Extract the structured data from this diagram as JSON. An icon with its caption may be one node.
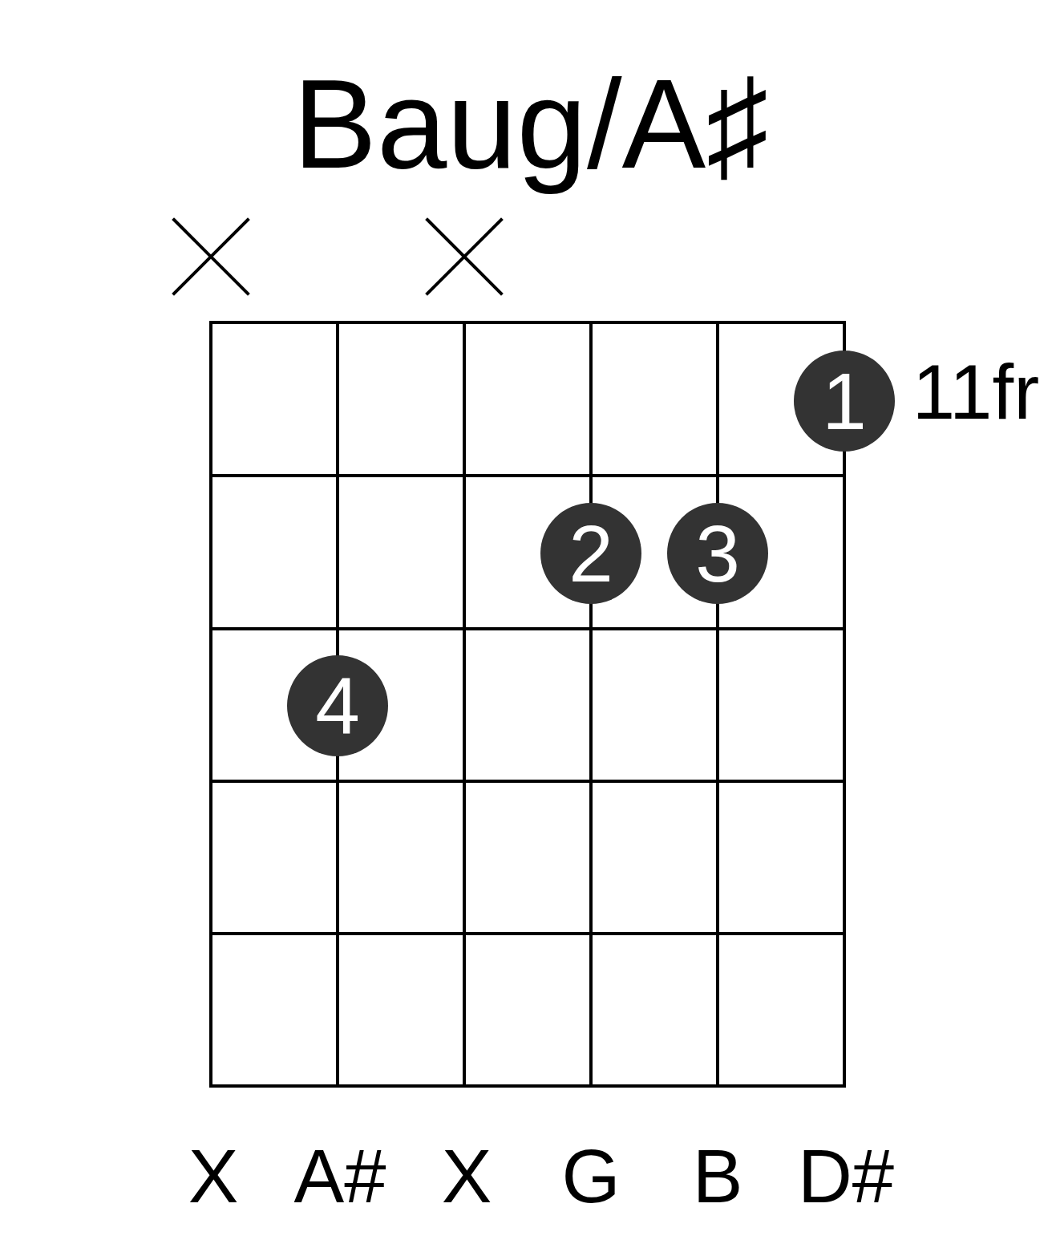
{
  "diagram": {
    "title": "Baug/A♯",
    "nodes": [
      {
        "text": [
          "1"
        ]
      },
      {
        "text": [
          "2"
        ]
      },
      {
        "text": [
          "3"
        ]
      },
      {
        "text": [
          "4"
        ]
      }
    ],
    "labels": [
      "11fr",
      "X",
      "A#",
      "X",
      "G",
      "B",
      "D#"
    ]
  }
}
